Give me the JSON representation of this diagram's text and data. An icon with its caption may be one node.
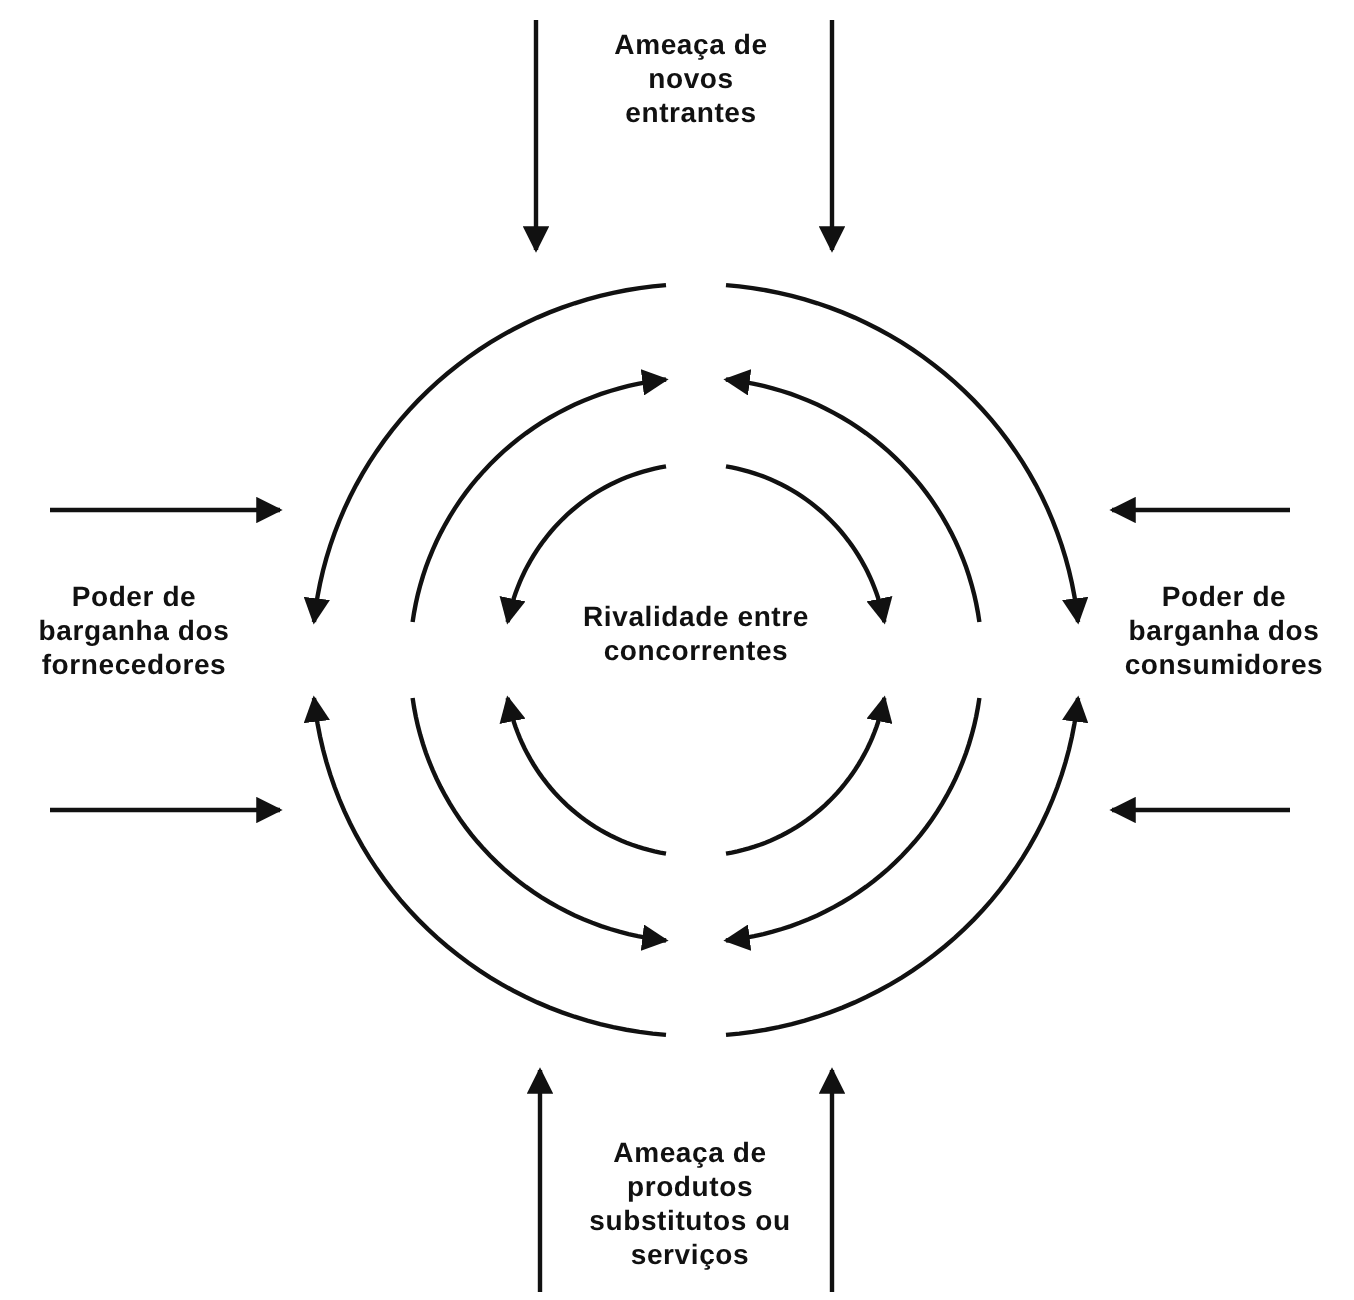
{
  "diagram": {
    "nodes": [
      {
        "text": [
          "Ameaça de novos entrantes"
        ]
      },
      {
        "text": [
          "Poder de barganha dos fornecedores"
        ]
      },
      {
        "text": [
          "Rivalidade entre concorrentes"
        ]
      },
      {
        "text": [
          "Poder de barganha dos consumidores"
        ]
      },
      {
        "text": [
          "Ameaça de produtos substitutos ou serviços"
        ]
      }
    ],
    "edges": [
      {
        "from": null,
        "to": 2,
        "arrow": "to"
      },
      {
        "from": null,
        "to": 2,
        "arrow": "to"
      },
      {
        "from": null,
        "to": 2,
        "arrow": "to"
      },
      {
        "from": null,
        "to": 2,
        "arrow": "to"
      },
      {
        "from": null,
        "to": 2,
        "arrow": "to"
      },
      {
        "from": null,
        "to": 2,
        "arrow": "to"
      },
      {
        "from": null,
        "to": 2,
        "arrow": "to"
      },
      {
        "from": null,
        "to": 2,
        "arrow": "to"
      }
    ]
  }
}
